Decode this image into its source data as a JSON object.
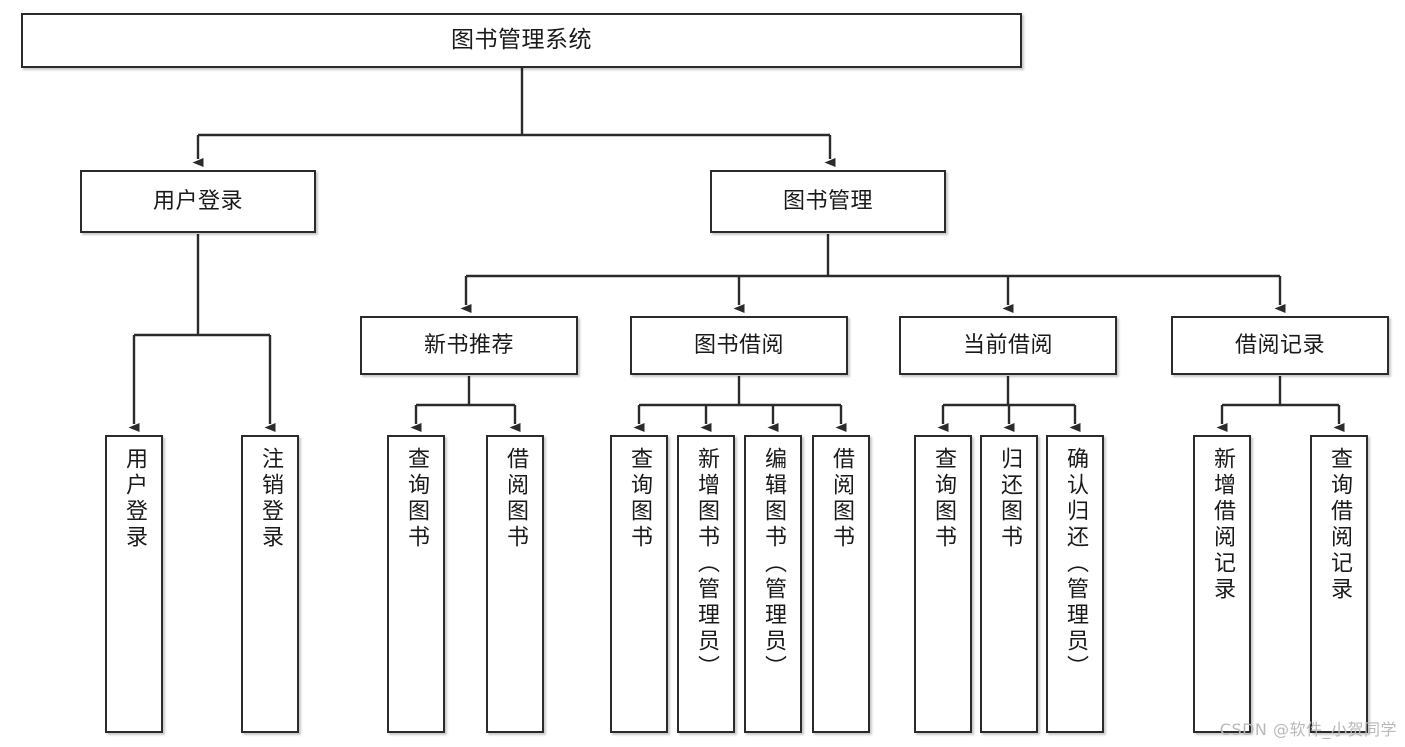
{
  "diagram": {
    "title": "图书管理系统",
    "watermark": "CSDN @软件_小贺同学",
    "line_color": "#2b2b2b",
    "box_fill": "#ffffff",
    "text_color": "#1a1a1a",
    "watermark_color": "#b9b9b9",
    "nodes": {
      "root": {
        "label": "图书管理系统"
      },
      "level2": [
        {
          "label": "用户登录"
        },
        {
          "label": "图书管理"
        }
      ],
      "level3": [
        {
          "label": "新书推荐"
        },
        {
          "label": "图书借阅"
        },
        {
          "label": "当前借阅"
        },
        {
          "label": "借阅记录"
        }
      ],
      "leaves": {
        "user_login": [
          {
            "label": "用户登录"
          },
          {
            "label": "注销登录"
          }
        ],
        "new_book": [
          {
            "label": "查询图书"
          },
          {
            "label": "借阅图书"
          }
        ],
        "borrow_book": [
          {
            "label": "查询图书"
          },
          {
            "label": "新增图书（管理员）"
          },
          {
            "label": "编辑图书（管理员）"
          },
          {
            "label": "借阅图书"
          }
        ],
        "current_borrow": [
          {
            "label": "查询图书"
          },
          {
            "label": "归还图书"
          },
          {
            "label": "确认归还（管理员）"
          }
        ],
        "borrow_record": [
          {
            "label": "新增借阅记录"
          },
          {
            "label": "查询借阅记录"
          }
        ]
      }
    }
  }
}
